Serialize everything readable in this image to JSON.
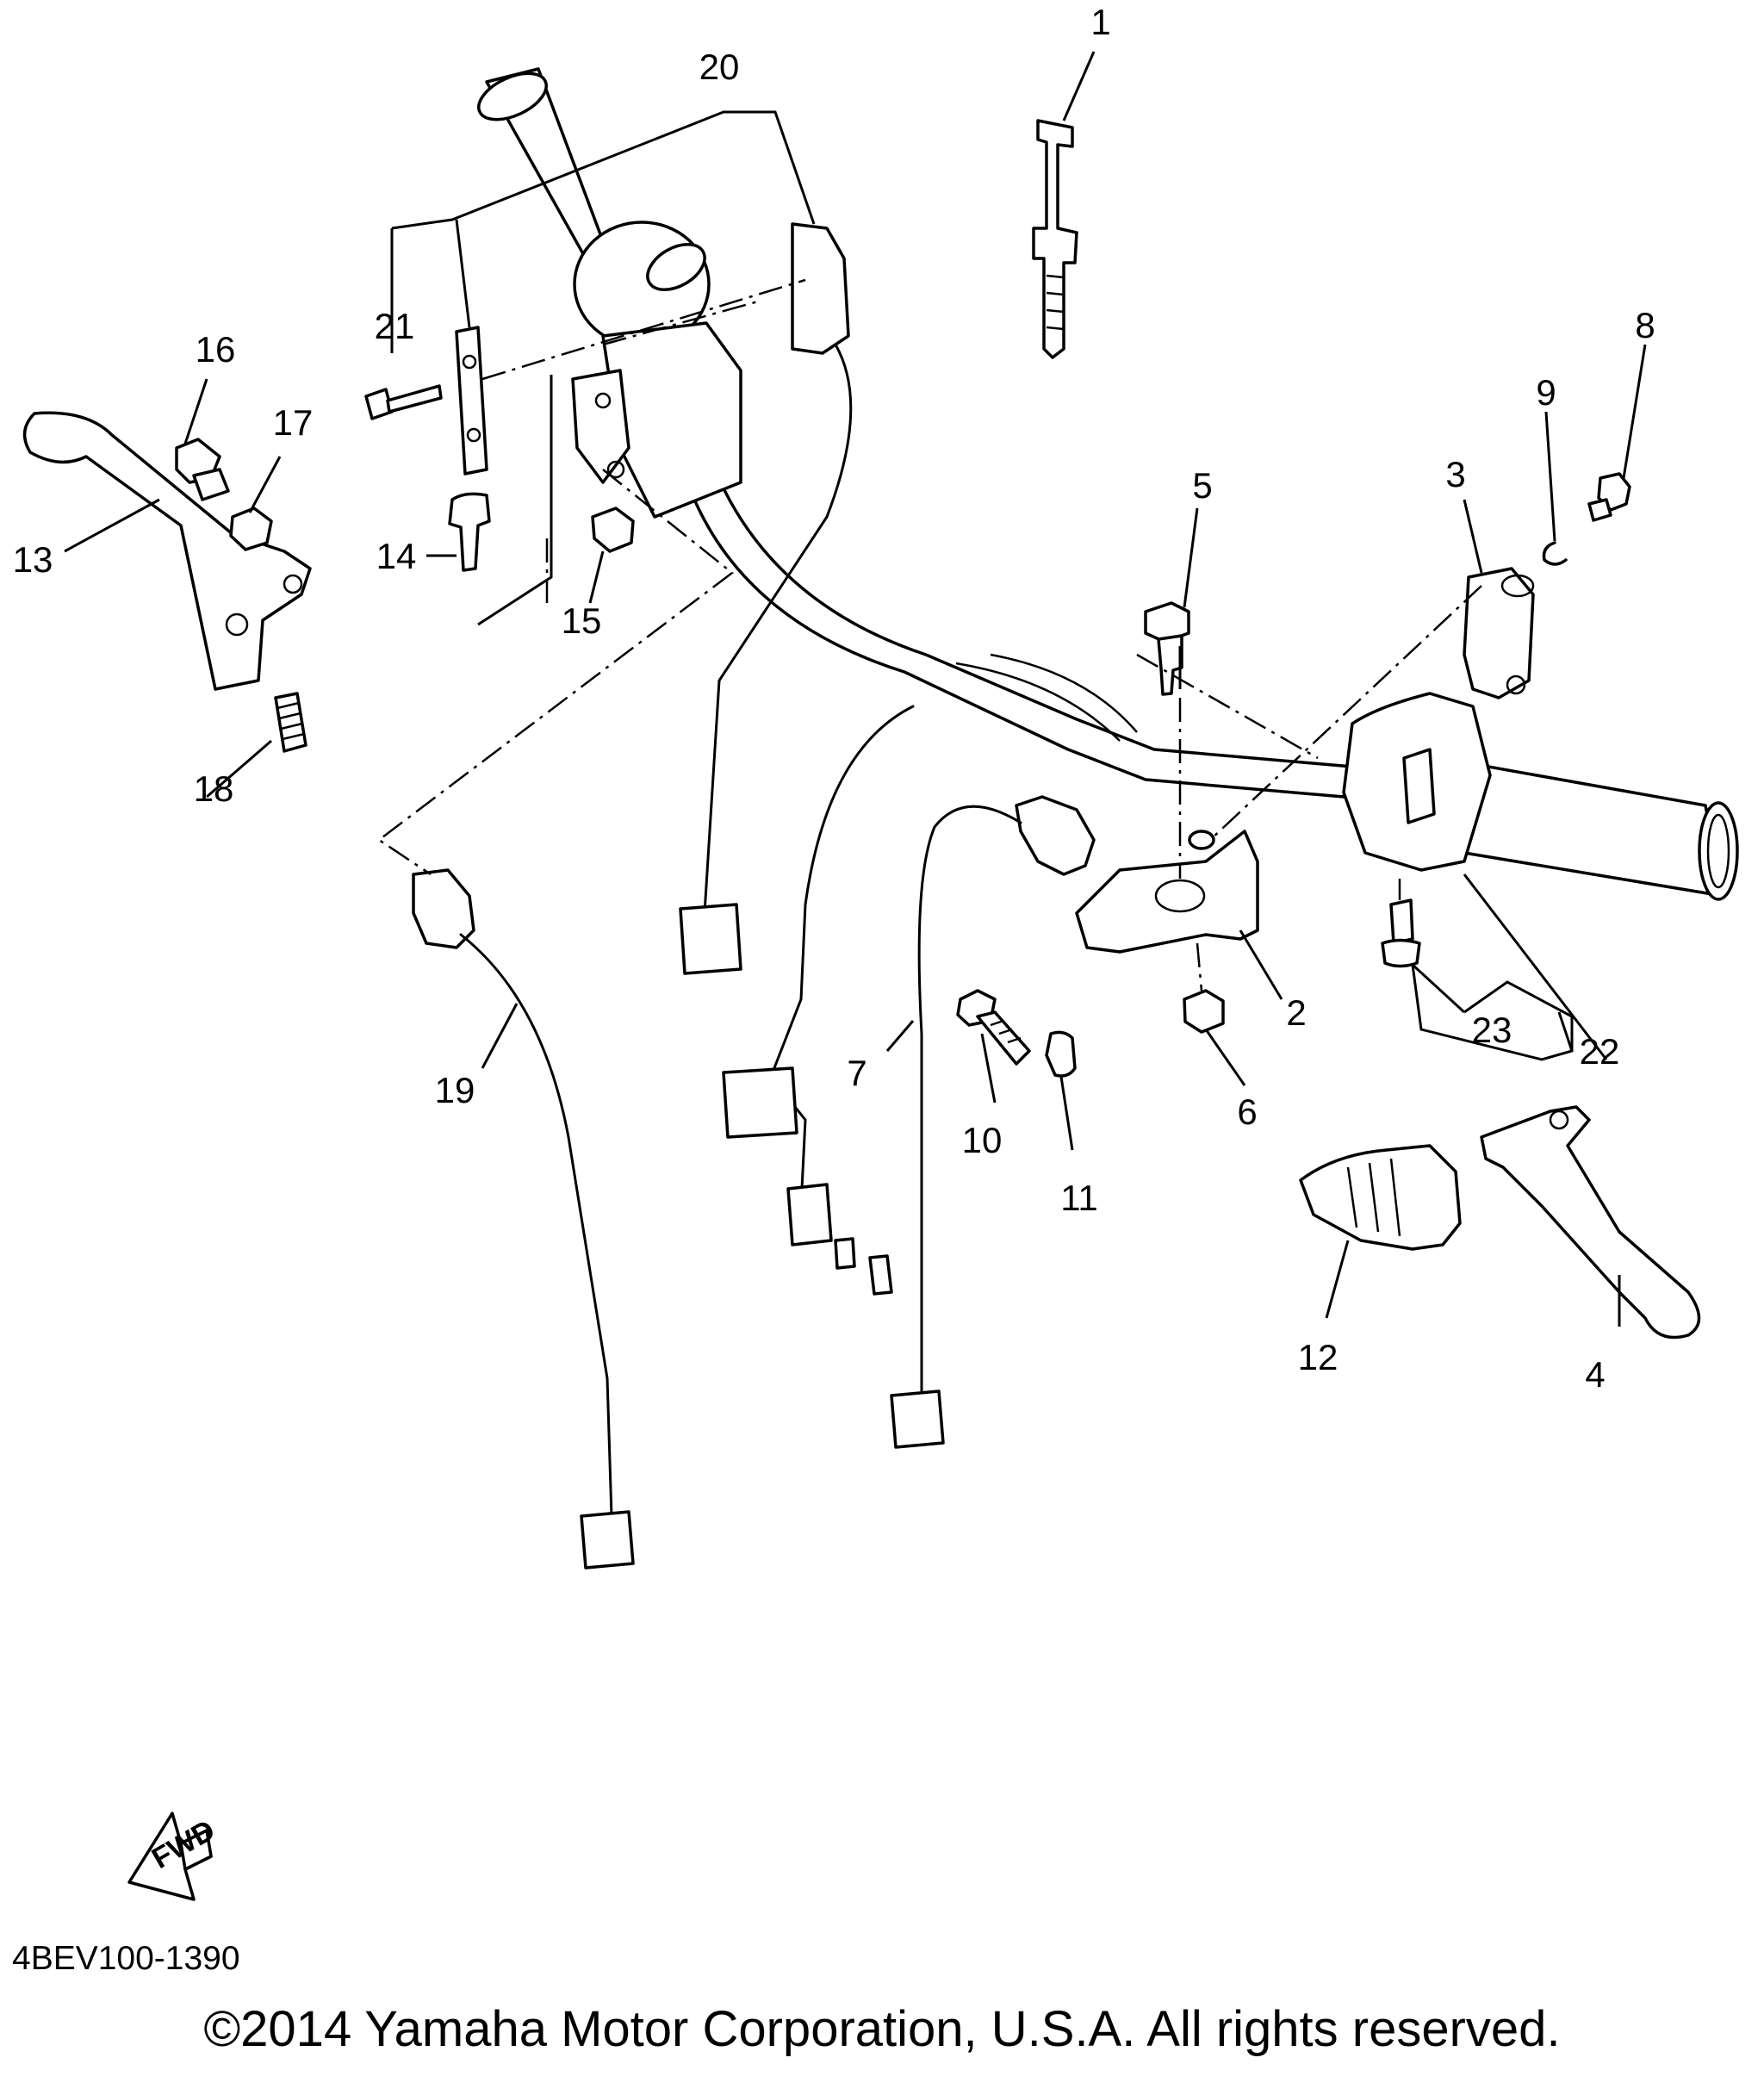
{
  "callouts": [
    "1",
    "2",
    "3",
    "4",
    "5",
    "6",
    "7",
    "8",
    "9",
    "10",
    "11",
    "12",
    "13",
    "14",
    "15",
    "16",
    "17",
    "18",
    "19",
    "20",
    "21",
    "22",
    "23"
  ],
  "fwd_label": "FWD",
  "diagram_code": "4BEV100-1390",
  "copyright": "©2014 Yamaha Motor Corporation, U.S.A. All rights reserved."
}
